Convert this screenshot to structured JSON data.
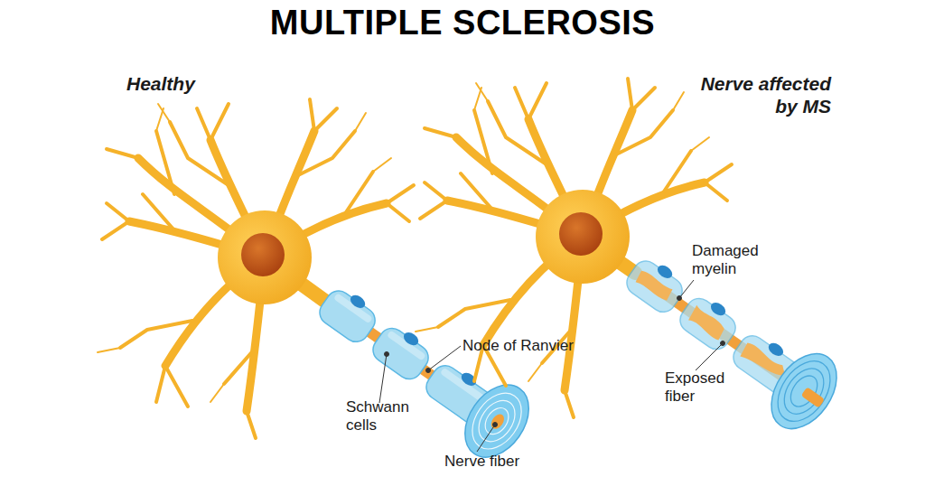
{
  "diagram": {
    "title": "MULTIPLE SCLEROSIS",
    "labels": [
      "Healthy",
      "Nerve affected by MS",
      "Node of Ranvier",
      "Schwann cells",
      "Nerve fiber",
      "Damaged myelin",
      "Exposed fiber"
    ]
  }
}
